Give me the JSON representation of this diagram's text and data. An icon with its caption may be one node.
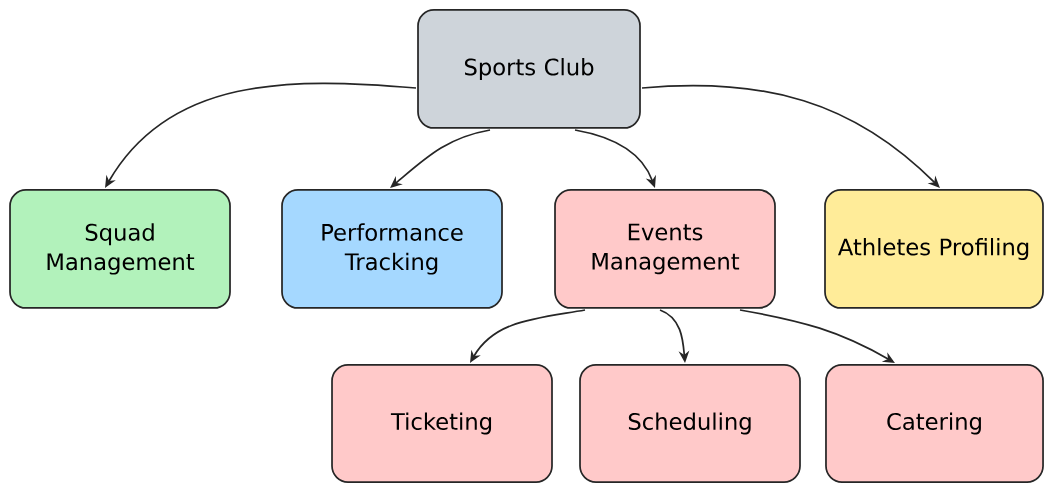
{
  "diagram": {
    "nodes": [
      {
        "text": [
          "Sports Club"
        ]
      },
      {
        "text": [
          "Squad Management"
        ]
      },
      {
        "text": [
          "Performance Tracking"
        ]
      },
      {
        "text": [
          "Events Management"
        ]
      },
      {
        "text": [
          "Athletes Profiling"
        ]
      },
      {
        "text": [
          "Ticketing"
        ]
      },
      {
        "text": [
          "Scheduling"
        ]
      },
      {
        "text": [
          "Catering"
        ]
      }
    ],
    "edges": [
      {
        "from": 0,
        "to": 1,
        "arrow": "to"
      },
      {
        "from": 0,
        "to": 2,
        "arrow": "to"
      },
      {
        "from": 0,
        "to": 3,
        "arrow": "to"
      },
      {
        "from": 0,
        "to": 4,
        "arrow": "to"
      },
      {
        "from": 3,
        "to": 5,
        "arrow": "to"
      },
      {
        "from": 3,
        "to": 6,
        "arrow": "to"
      },
      {
        "from": 3,
        "to": 7,
        "arrow": "to"
      }
    ]
  }
}
